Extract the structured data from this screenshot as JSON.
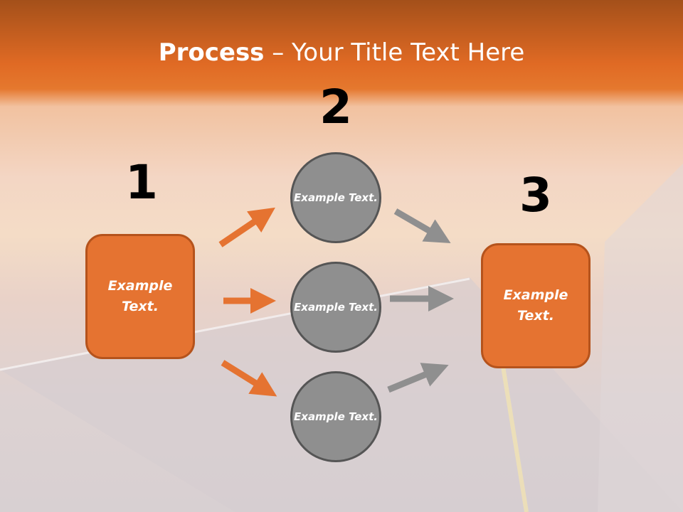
{
  "title": {
    "bold": "Process",
    "rest": " – Your Title Text Here"
  },
  "numbers": [
    "1",
    "2",
    "3"
  ],
  "step1": "Example Text.",
  "step3": "Example Text.",
  "circles": [
    "Example Text.",
    "Example Text.",
    "Example Text."
  ],
  "colors": {
    "orange": "#e57331",
    "gray": "#8f8f8f"
  }
}
